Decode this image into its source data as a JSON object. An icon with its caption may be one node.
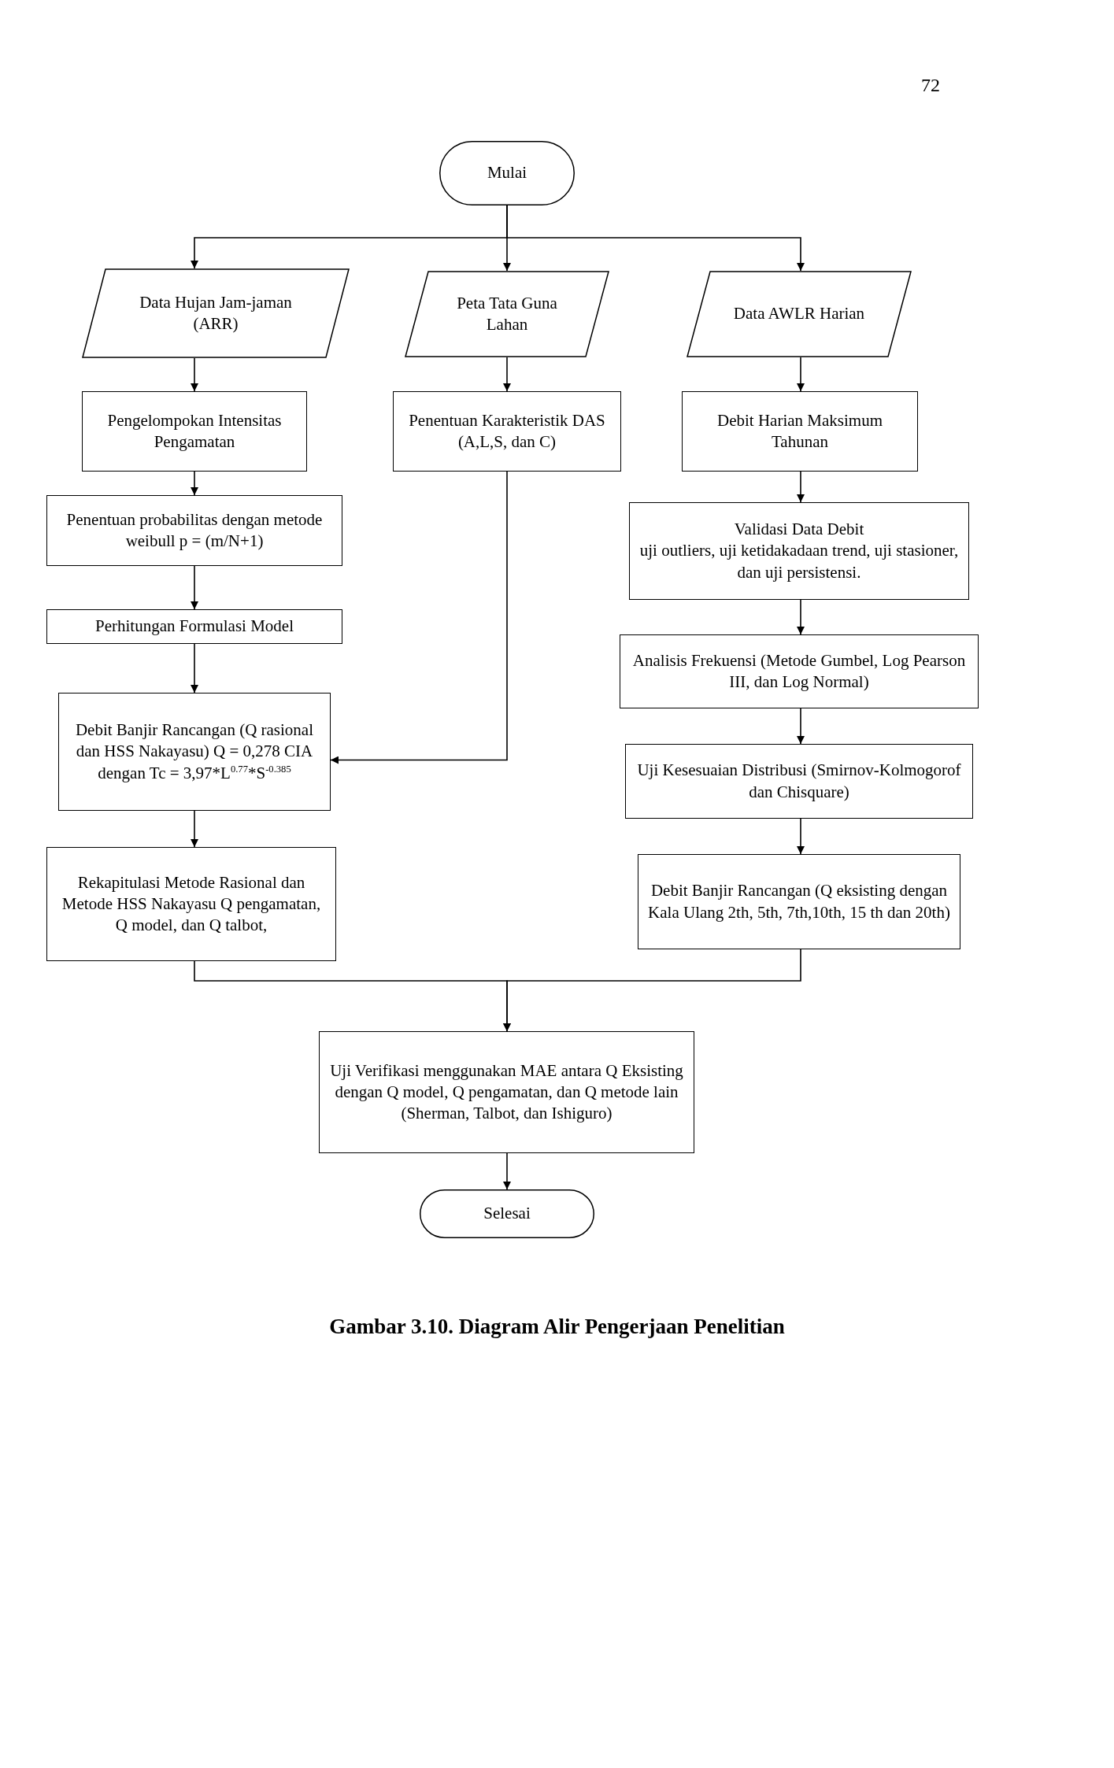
{
  "diagram": {
    "caption": "Gambar 3.10. Diagram Alir Pengerjaan Penelitian",
    "nodes": [
      {
        "text": [
          "Mulai"
        ]
      },
      {
        "text": [
          "Data Hujan Jam-jaman (ARR)"
        ]
      },
      {
        "text": [
          "Peta Tata Guna Lahan"
        ]
      },
      {
        "text": [
          "Data AWLR Harian"
        ]
      },
      {
        "text": [
          "Pengelompokan Intensitas Pengamatan"
        ]
      },
      {
        "text": [
          "Penentuan Karakteristik DAS (A,L,S, dan C)"
        ]
      },
      {
        "text": [
          "Debit Harian Maksimum Tahunan"
        ]
      },
      {
        "text": [
          "Penentuan probabilitas dengan metode weibull p = (m/N+1)"
        ]
      },
      {
        "text": [
          "Validasi Data Debit",
          "uji outliers, uji ketidakadaan trend, uji stasioner, dan uji persistensi."
        ]
      },
      {
        "text": [
          "Perhitungan Formulasi Model"
        ]
      },
      {
        "text": [
          "Analisis Frekuensi (Metode Gumbel, Log Pearson III, dan Log Normal)"
        ]
      },
      {
        "text": [
          "Debit Banjir Rancangan (Q rasional dan HSS Nakayasu) Q = 0,278 CIA dengan Tc = 3,97*L$^{0.77}$*S$^{-0.385}$"
        ]
      },
      {
        "text": [
          "Uji Kesesuaian Distribusi (Smirnov-Kolmogorof dan Chisquare)"
        ]
      },
      {
        "text": [
          "Rekapitulasi Metode Rasional dan Metode HSS Nakayasu Q pengamatan, Q model, dan Q talbot,"
        ]
      },
      {
        "text": [
          "Debit Banjir Rancangan (Q eksisting dengan  Kala Ulang 2th, 5th, 7th,10th, 15 th dan 20th)"
        ]
      },
      {
        "text": [
          "Uji Verifikasi menggunakan MAE antara Q Eksisting dengan Q model, Q pengamatan, dan Q metode lain (Sherman, Talbot, dan Ishiguro)"
        ]
      },
      {
        "text": [
          "Selesai"
        ]
      }
    ],
    "edges": [
      {
        "from": 0,
        "to": 1,
        "arrow": "to"
      },
      {
        "from": 0,
        "to": 2,
        "arrow": "to"
      },
      {
        "from": 0,
        "to": 3,
        "arrow": "to"
      },
      {
        "from": 1,
        "to": 4,
        "arrow": "to"
      },
      {
        "from": 2,
        "to": 5,
        "arrow": "to"
      },
      {
        "from": 3,
        "to": 6,
        "arrow": "to"
      },
      {
        "from": 4,
        "to": 7,
        "arrow": "to"
      },
      {
        "from": 7,
        "to": 9,
        "arrow": "to"
      },
      {
        "from": 9,
        "to": 11,
        "arrow": "to"
      },
      {
        "from": 5,
        "to": 11,
        "arrow": "to"
      },
      {
        "from": 11,
        "to": 13,
        "arrow": "to"
      },
      {
        "from": 6,
        "to": 8,
        "arrow": "to"
      },
      {
        "from": 8,
        "to": 10,
        "arrow": "to"
      },
      {
        "from": 10,
        "to": 12,
        "arrow": "to"
      },
      {
        "from": 12,
        "to": 14,
        "arrow": "to"
      },
      {
        "from": 13,
        "to": 15,
        "arrow": "to"
      },
      {
        "from": 14,
        "to": 15,
        "arrow": "to"
      },
      {
        "from": 15,
        "to": 16,
        "arrow": "to"
      }
    ],
    "labels": [
      "72"
    ]
  }
}
